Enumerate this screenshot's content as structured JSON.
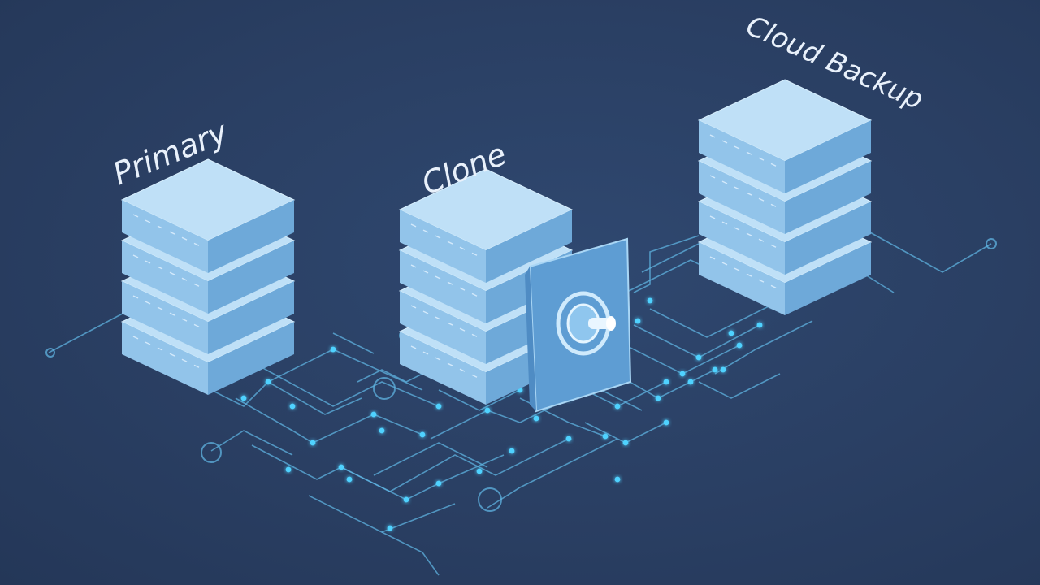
{
  "diagram": {
    "nodes": [
      {
        "id": "primary",
        "label": "Primary"
      },
      {
        "id": "clone",
        "label": "Clone"
      },
      {
        "id": "cloud",
        "label": "Cloud Backup"
      }
    ],
    "icons": [
      "server-stack-icon",
      "vault-dial-icon"
    ],
    "colors": {
      "background": "#2a3f63",
      "server_top": "#bfe0f7",
      "server_left": "#92c4ea",
      "server_right": "#6ea9d9",
      "trace": "#5fb3e0",
      "node_glow": "#4fd2ff",
      "label": "#e9f1fb"
    }
  }
}
